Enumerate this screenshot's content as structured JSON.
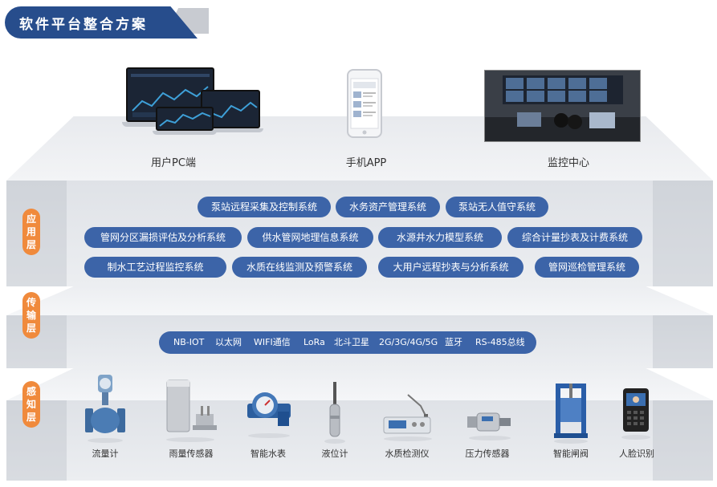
{
  "header": {
    "title": "软件平台整合方案"
  },
  "top_devices": [
    {
      "label": "用户PC端",
      "icon": "pc-laptop-icon"
    },
    {
      "label": "手机APP",
      "icon": "mobile-phone-icon"
    },
    {
      "label": "监控中心",
      "icon": "control-room-icon"
    }
  ],
  "layers": {
    "application": {
      "label": "应用层"
    },
    "transport": {
      "label": "传输层"
    },
    "perception": {
      "label": "感知层"
    }
  },
  "app_systems": {
    "row1": [
      "泵站远程采集及控制系统",
      "水务资产管理系统",
      "泵站无人值守系统"
    ],
    "row2": [
      "管网分区漏损评估及分析系统",
      "供水管网地理信息系统",
      "水源井水力模型系统",
      "综合计量抄表及计费系统"
    ],
    "row3": [
      "制水工艺过程监控系统",
      "水质在线监测及预警系统",
      "大用户远程抄表与分析系统",
      "管网巡检管理系统"
    ]
  },
  "transport_items": [
    "NB-IOT",
    "以太网",
    "WIFI通信",
    "LoRa",
    "北斗卫星",
    "2G/3G/4G/5G",
    "蓝牙",
    "RS-485总线"
  ],
  "sensors": [
    {
      "label": "流量计",
      "icon": "flowmeter-icon"
    },
    {
      "label": "雨量传感器",
      "icon": "rain-gauge-icon"
    },
    {
      "label": "智能水表",
      "icon": "water-meter-icon"
    },
    {
      "label": "液位计",
      "icon": "level-gauge-icon"
    },
    {
      "label": "水质检测仪",
      "icon": "water-quality-analyzer-icon"
    },
    {
      "label": "压力传感器",
      "icon": "pressure-sensor-icon"
    },
    {
      "label": "智能闸阀",
      "icon": "sluice-gate-icon"
    },
    {
      "label": "人脸识别",
      "icon": "face-recognition-icon"
    }
  ],
  "colors": {
    "header_blue": "#274d8c",
    "pill_blue": "#3c64a8",
    "layer_orange": "#f08a3c"
  }
}
